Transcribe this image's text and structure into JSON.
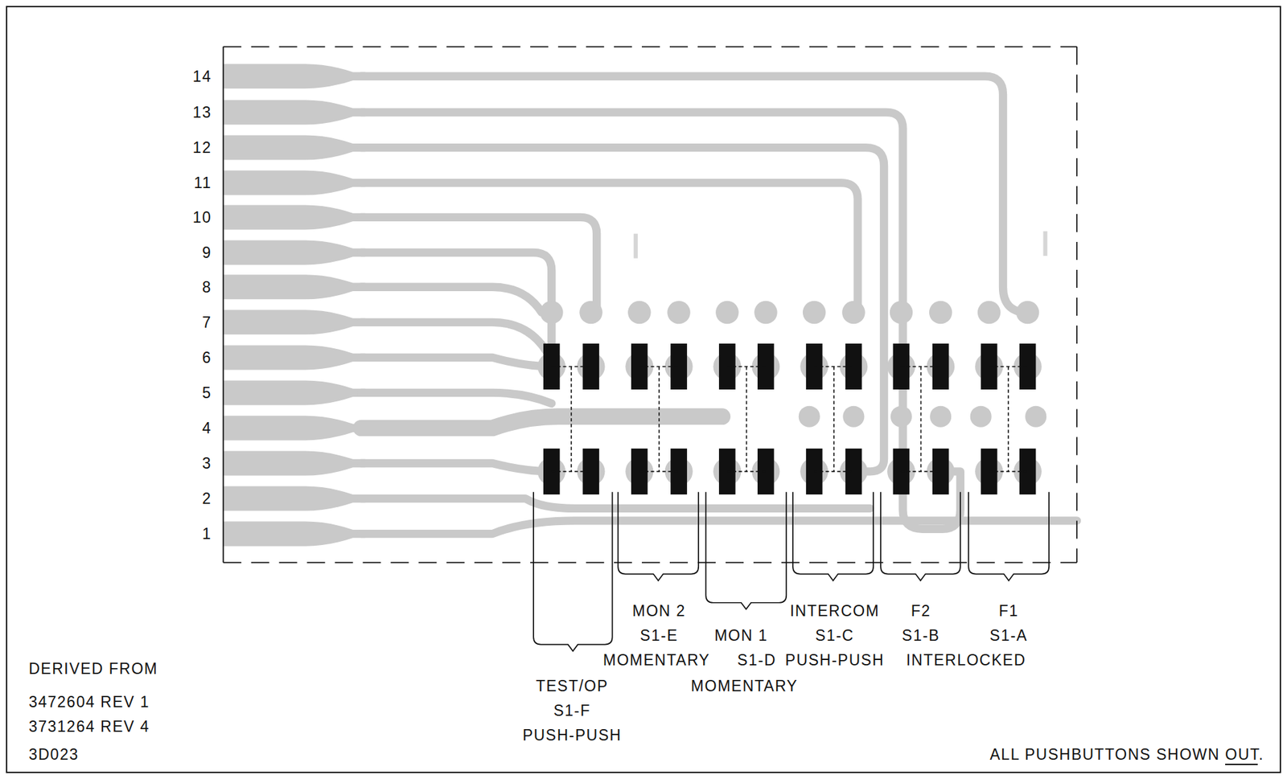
{
  "diagram": {
    "labels": [
      "14",
      "13",
      "12",
      "11",
      "10",
      "9",
      "8",
      "7",
      "6",
      "5",
      "4",
      "3",
      "2",
      "1",
      "MON 2",
      "S1-E",
      "MOMENTARY",
      "MON 1",
      "S1-D",
      "MOMENTARY",
      "INTERCOM",
      "S1-C",
      "PUSH-PUSH",
      "F2",
      "S1-B",
      "INTERLOCKED",
      "F1",
      "S1-A",
      "TEST/OP",
      "S1-F",
      "PUSH-PUSH",
      "DERIVED FROM",
      "3472604 REV 1",
      "3731264 REV 4",
      "3D023",
      "ALL PUSHBUTTONS SHOWN OUT."
    ]
  }
}
